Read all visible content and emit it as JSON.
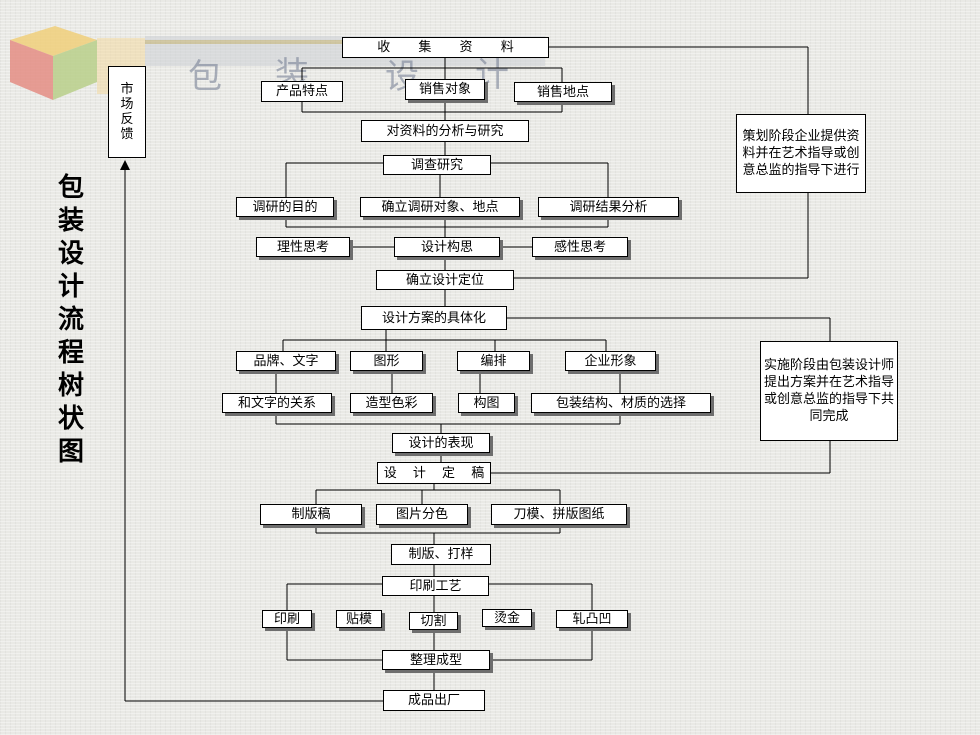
{
  "title": "包装设计流程树状图",
  "market_feedback": "市场反馈",
  "nodes": {
    "collect": "收 集 资 料",
    "product_features": "产品特点",
    "sales_target": "销售对象",
    "sales_location": "销售地点",
    "analysis": "对资料的分析与研究",
    "survey": "调查研究",
    "survey_purpose": "调研的目的",
    "survey_target": "确立调研对象、地点",
    "survey_result": "调研结果分析",
    "rational": "理性思考",
    "concept": "设计构思",
    "perceptual": "感性思考",
    "positioning": "确立设计定位",
    "concretize": "设计方案的具体化",
    "brand_text": "品牌、文字",
    "graphics": "图形",
    "layout": "编排",
    "corporate_image": "企业形象",
    "text_relation": "和文字的关系",
    "form_color": "造型色彩",
    "composition": "构图",
    "structure_material": "包装结构、材质的选择",
    "expression": "设计的表现",
    "finalize": "设 计 定 稿",
    "plate_draft": "制版稿",
    "color_separation": "图片分色",
    "die_cut": "刀模、拼版图纸",
    "proofing": "制版、打样",
    "print_process": "印刷工艺",
    "printing": "印刷",
    "laminating": "贴模",
    "cutting": "切割",
    "foil": "烫金",
    "embossing": "轧凸凹",
    "finishing": "整理成型",
    "shipment": "成品出厂"
  },
  "notes": {
    "planning": "策划阶段企业提供资料并在艺术指导或创意总监的指导下进行",
    "implementation": "实施阶段由包装设计师提出方案并在艺术指导或创意总监的指导下共同完成"
  },
  "logo": {
    "glyphs": [
      "包",
      "装",
      "设",
      "计"
    ]
  }
}
